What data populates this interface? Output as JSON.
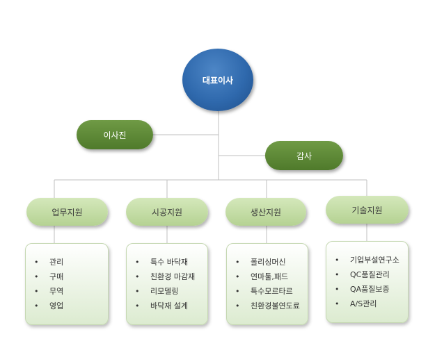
{
  "org": {
    "ceo": "대표이사",
    "board": "이사진",
    "audit": "감사",
    "departments": [
      {
        "name": "업무지원",
        "items": [
          "관리",
          "구매",
          "무역",
          "영업"
        ]
      },
      {
        "name": "시공지원",
        "items": [
          "특수 바닥재",
          "친환경 마감재",
          "리모델링",
          "바닥재 설계"
        ]
      },
      {
        "name": "생산지원",
        "items": [
          "폴리싱머신",
          "연마툴,패드",
          "특수모르타르",
          "친환경불연도료"
        ]
      },
      {
        "name": "기술지원",
        "items": [
          "기업부설연구소",
          "QC품질관리",
          "QA품질보증",
          "A/S관리"
        ]
      }
    ]
  },
  "colors": {
    "ceo": "#2f69ad",
    "board": "#5a8534",
    "dept": "#c5dea8",
    "line": "#bfbfbf"
  }
}
